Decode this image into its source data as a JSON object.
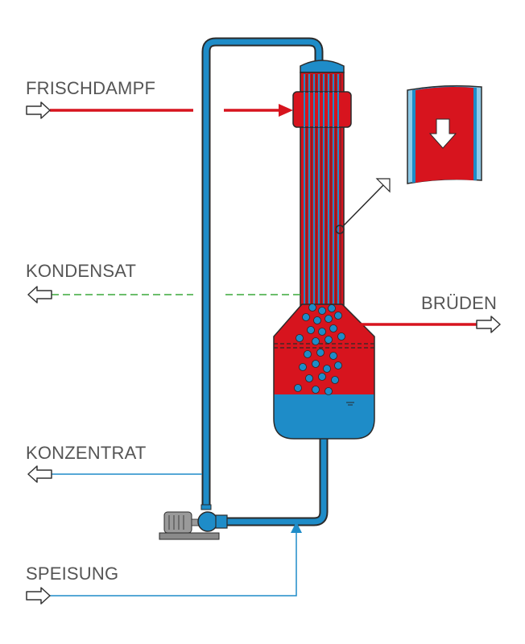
{
  "labels": {
    "live_steam": "FRISCHDAMPF",
    "condensate": "KONDENSAT",
    "vapour": "BRÜDEN",
    "concentrate": "KONZENTRAT",
    "feed": "SPEISUNG"
  },
  "colors": {
    "steam": "#d7141e",
    "product": "#1e8cc8",
    "condensate": "#3aa83a",
    "outline": "#2a2a2a",
    "label": "#555555",
    "pump": "#8a8a8a"
  },
  "icons": {
    "stream_arrow": "hollow-arrow-icon",
    "flow_arrow": "arrowhead-icon",
    "pump": "pump-icon",
    "detail": "tube-detail-icon"
  }
}
